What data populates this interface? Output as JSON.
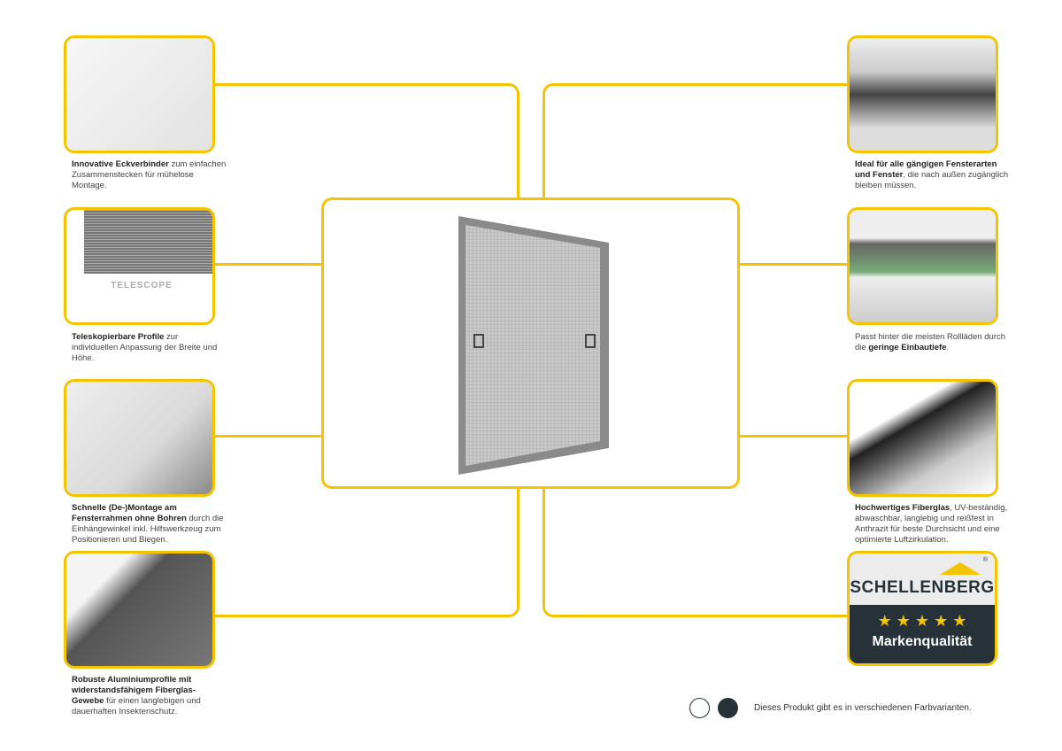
{
  "features_left": [
    {
      "bold": "Innovative Eckverbinder",
      "text": " zum einfachen Zusammenstecken für mühelose Montage."
    },
    {
      "bold": "Teleskopierbare Profile",
      "text": " zur individuellen Anpassung der Breite und Höhe.",
      "image_label": "TELESCOPE"
    },
    {
      "bold": "Schnelle (De-)Montage am Fensterrahmen ohne Bohren",
      "text": " durch die Einhängewinkel inkl. Hilfswerkzeug zum Positionieren und Biegen."
    },
    {
      "bold": "Robuste Aluminiumprofile mit widerstandsfähigem Fiberglas-Gewebe",
      "text": " für einen langlebigen und dauerhaften Insektenschutz."
    }
  ],
  "features_right": [
    {
      "pre": "",
      "bold": "Ideal für alle gängigen Fensterarten und Fenster",
      "text": ", die nach außen zugänglich bleiben müssen."
    },
    {
      "pre": "Passt hinter die meisten Rollläden durch die ",
      "bold": "geringe Einbautiefe",
      "text": "."
    },
    {
      "pre": "",
      "bold": "Hochwertiges Fiberglas",
      "text": ", UV-beständig, abwaschbar, langlebig und reißfest in Anthrazit für beste Durchsicht und eine optimierte Luftzirkulation."
    }
  ],
  "brand": {
    "name": "SCHELLENBERG",
    "registered": "®",
    "stars": "★ ★ ★ ★ ★",
    "quality": "Markenqualität"
  },
  "colors": {
    "accent": "#f5c400",
    "dark": "#263238",
    "variants": [
      "#ffffff",
      "#263238"
    ]
  },
  "variants_text": "Dieses Produkt gibt es in verschiedenen Farbvarianten."
}
